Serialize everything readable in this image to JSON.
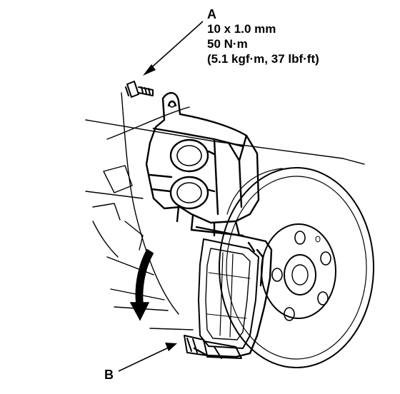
{
  "callout_a": {
    "letter": "A",
    "size": "10 x 1.0 mm",
    "torque": "50 N·m",
    "torque_alt": "(5.1 kgf·m, 37 lbf·ft)"
  },
  "callout_b": {
    "letter": "B"
  },
  "colors": {
    "line": "#000000",
    "background": "#ffffff"
  },
  "icons": {
    "rotation_arrow": "curved-arrow-down-icon",
    "leader_a": "arrow-icon",
    "leader_b": "arrow-icon"
  }
}
